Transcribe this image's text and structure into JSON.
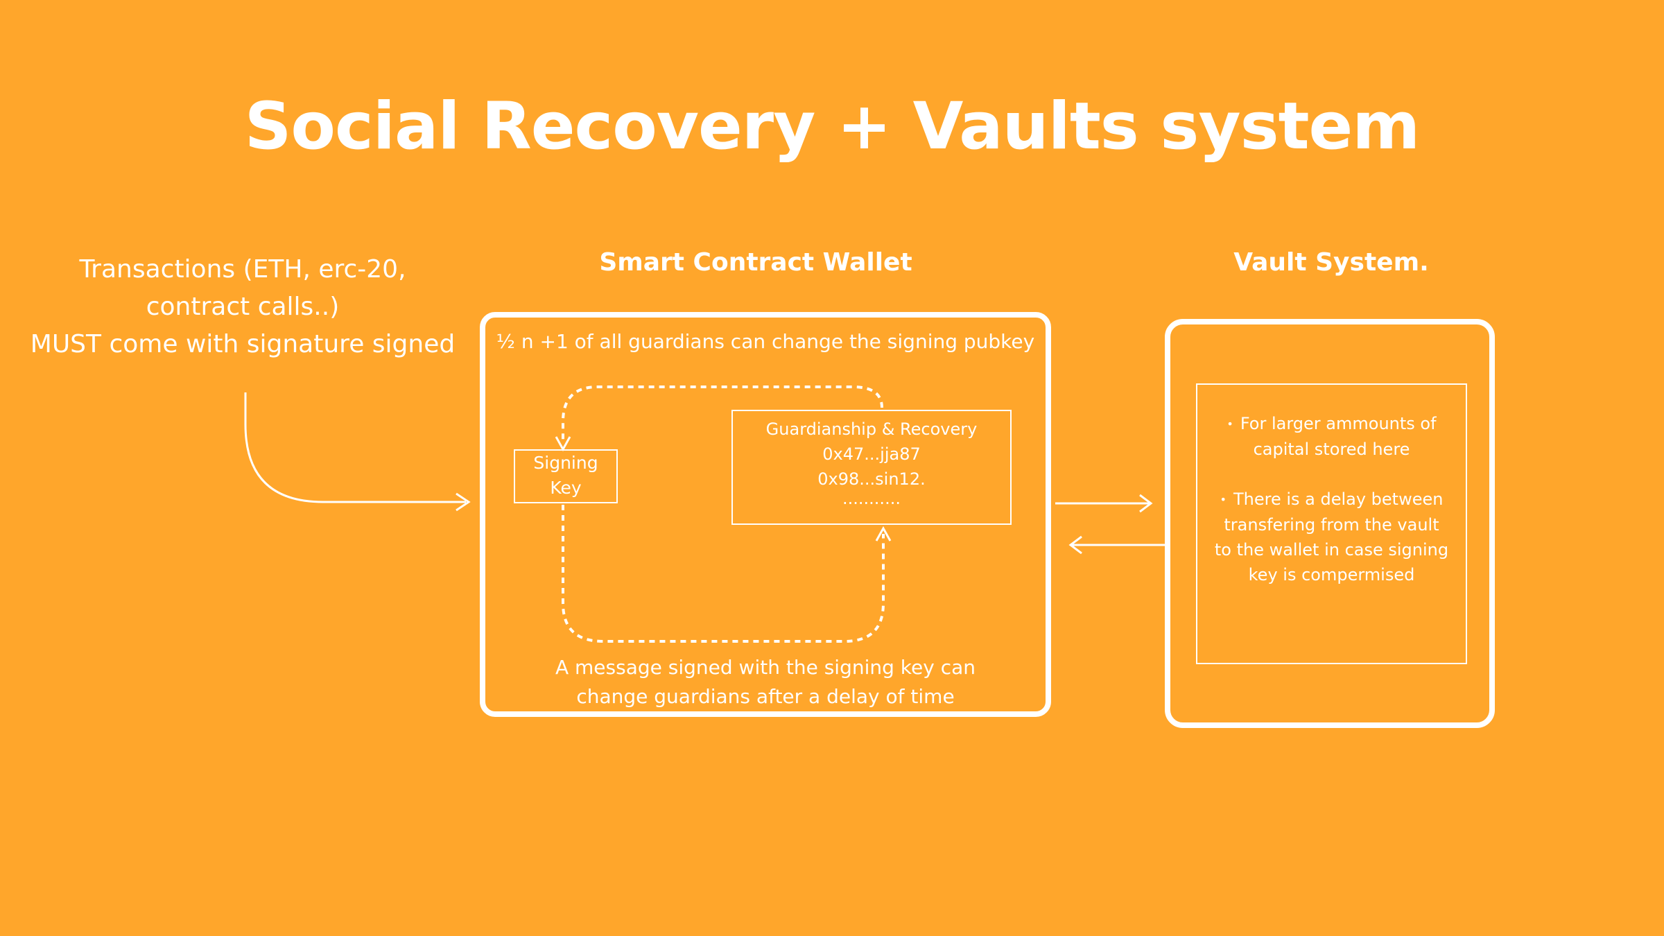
{
  "title": "Social Recovery + Vaults system",
  "left_note": {
    "lines": [
      "Transactions (ETH, erc-20,",
      "contract calls..)",
      "MUST come with signature signed"
    ]
  },
  "wallet": {
    "heading": "Smart Contract Wallet",
    "top_text": "½ n +1 of all guardians can change the signing pubkey",
    "signing_key": {
      "line1": "Signing",
      "line2": "Key"
    },
    "guardianship": {
      "title": "Guardianship & Recovery",
      "addresses": [
        "0x47...jja87",
        "0x98...sin12."
      ],
      "ellipsis": "..........."
    },
    "bottom_text": [
      "A message signed with the signing key can",
      "change guardians after a delay of time"
    ]
  },
  "vault": {
    "heading": "Vault System.",
    "bullets": [
      "For larger ammounts of capital stored here",
      "There is a delay between transfering from the vault to the wallet in case signing key is compermised"
    ]
  },
  "colors": {
    "background": "#FFA62B",
    "foreground": "#FFFFFF"
  },
  "icons": {
    "bullet": "bullet-dot-icon"
  }
}
